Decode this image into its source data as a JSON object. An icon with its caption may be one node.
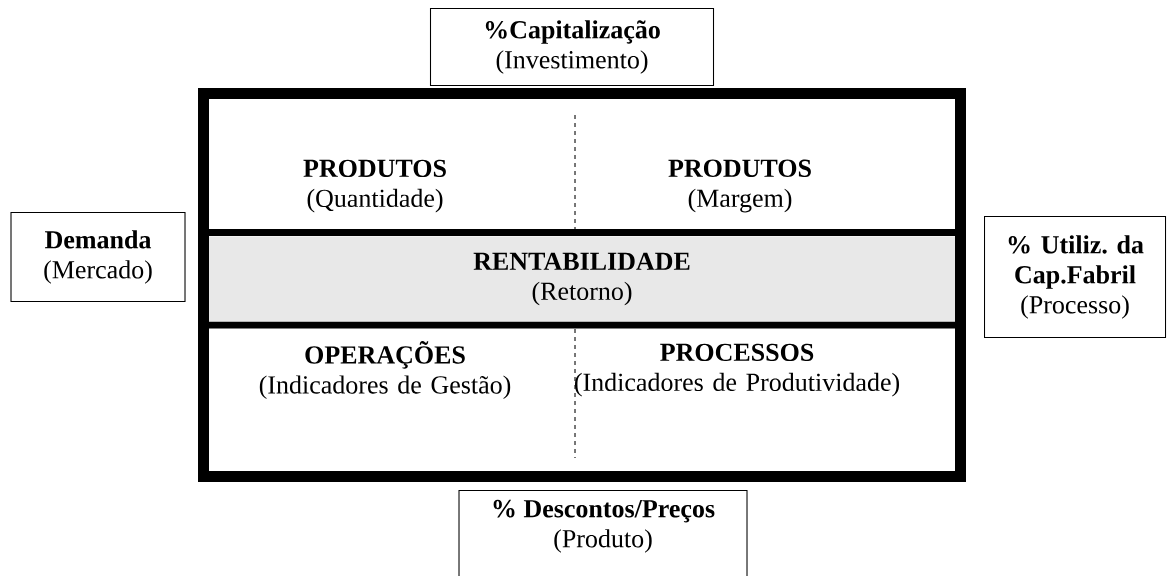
{
  "diagram": {
    "nodes": [
      {
        "text": [
          "%Capitalização",
          "(Investimento)"
        ]
      },
      {
        "text": [
          "Demanda",
          "(Mercado)"
        ]
      },
      {
        "text": [],
        "shape": "box"
      },
      {
        "text": [
          "PRODUTOS",
          "(Quantidade)"
        ],
        "in": 2
      },
      {
        "text": [
          "PRODUTOS",
          "(Margem)"
        ],
        "in": 2
      },
      {
        "text": [
          "RENTABILIDADE",
          "(Retorno)"
        ],
        "in": 2
      },
      {
        "text": [
          "OPERAÇÕES",
          "(Indicadores de Gestão)"
        ],
        "in": 2
      },
      {
        "text": [
          "PROCESSOS",
          "(Indicadores de Produtividade)"
        ],
        "in": 2
      },
      {
        "text": [
          "% Utiliz. da Cap.Fabril",
          "(Processo)"
        ]
      },
      {
        "text": [
          "% Descontos/Preços",
          "(Produto)"
        ]
      }
    ]
  }
}
